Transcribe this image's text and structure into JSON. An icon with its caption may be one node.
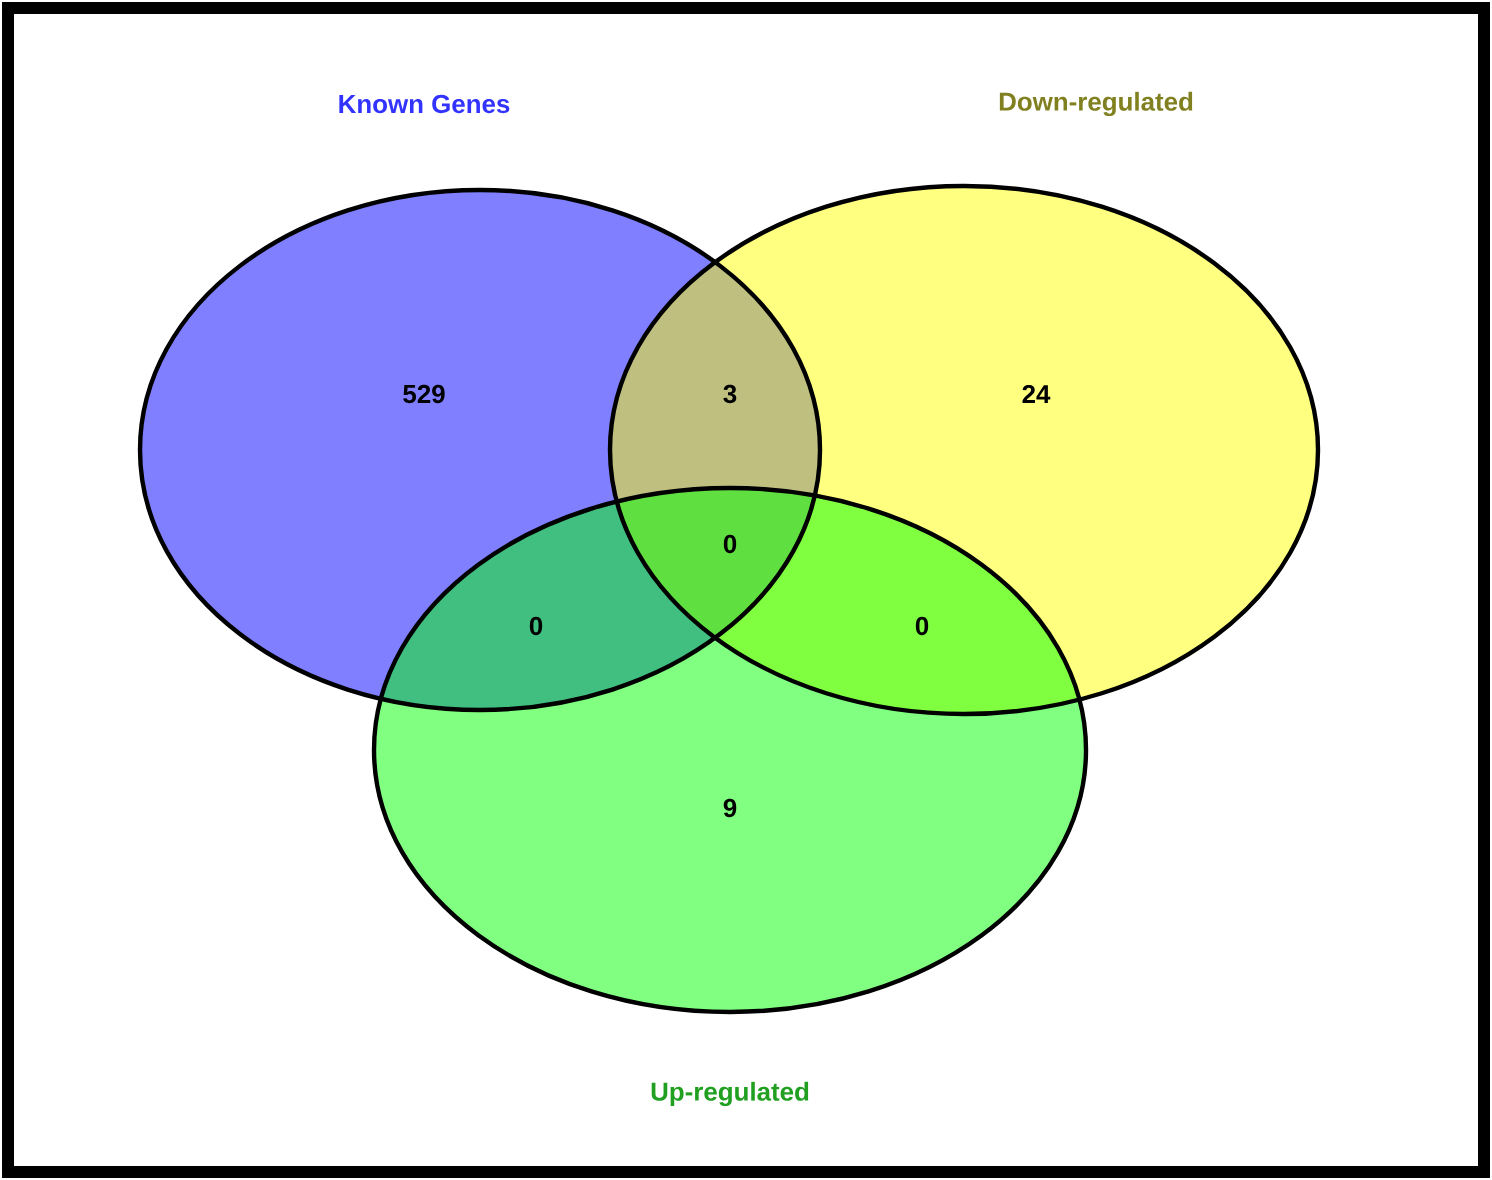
{
  "diagram": {
    "nodes": [
      {
        "text": [
          "Known Genes"
        ]
      },
      {
        "text": [
          "Down-regulated"
        ]
      },
      {
        "text": [
          "Up-regulated"
        ]
      }
    ],
    "labels": [
      "529",
      "3",
      "24",
      "0",
      "0",
      "0",
      "9"
    ]
  }
}
